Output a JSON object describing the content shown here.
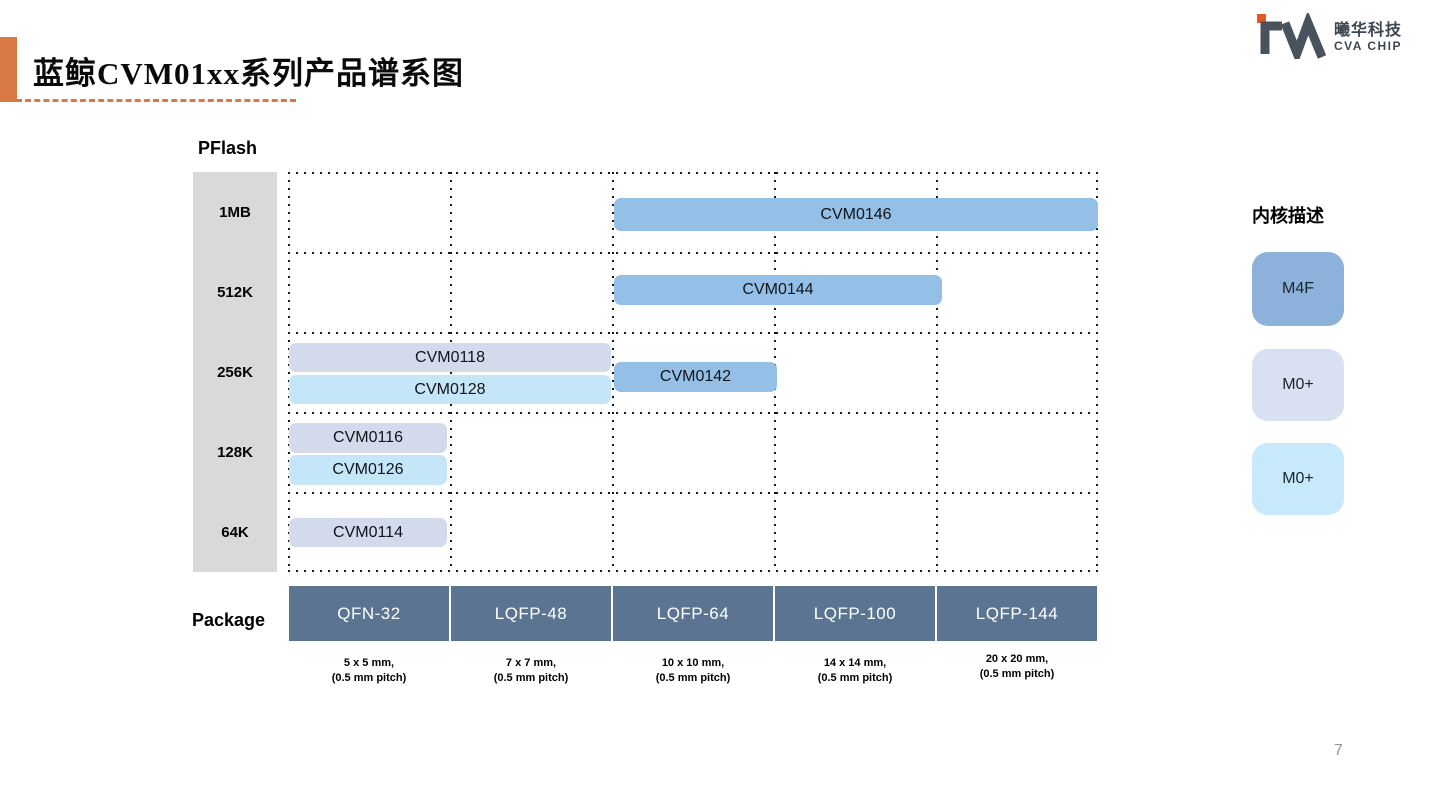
{
  "slide": {
    "title": "蓝鲸CVM01xx系列产品谱系图",
    "page_number": "7"
  },
  "logo": {
    "company_cn": "曦华科技",
    "company_en": "CVA CHIP"
  },
  "chart": {
    "pflash_label": "PFlash",
    "package_label": "Package",
    "flash_rows": [
      "1MB",
      "512K",
      "256K",
      "128K",
      "64K"
    ],
    "packages": [
      {
        "name": "QFN-32",
        "size": "5 x 5 mm,",
        "pitch": "(0.5 mm pitch)"
      },
      {
        "name": "LQFP-48",
        "size": "7 x 7 mm,",
        "pitch": "(0.5 mm pitch)"
      },
      {
        "name": "LQFP-64",
        "size": "10 x 10 mm,",
        "pitch": "(0.5 mm pitch)"
      },
      {
        "name": "LQFP-100",
        "size": "14 x 14 mm,",
        "pitch": "(0.5 mm pitch)"
      },
      {
        "name": "LQFP-144",
        "size": "20 x 20 mm,",
        "pitch": "(0.5 mm pitch)"
      }
    ],
    "products": [
      {
        "name": "CVM0146",
        "core": "M4F",
        "pflash": "1MB",
        "package_span": [
          "LQFP-64",
          "LQFP-144"
        ]
      },
      {
        "name": "CVM0144",
        "core": "M4F",
        "pflash": "512K",
        "package_span": [
          "LQFP-64",
          "LQFP-100"
        ]
      },
      {
        "name": "CVM0118",
        "core": "M0+",
        "pflash": "256K",
        "package_span": [
          "QFN-32",
          "LQFP-48"
        ]
      },
      {
        "name": "CVM0128",
        "core": "M0+",
        "pflash": "256K",
        "package_span": [
          "QFN-32",
          "LQFP-48"
        ]
      },
      {
        "name": "CVM0142",
        "core": "M4F",
        "pflash": "256K",
        "package_span": [
          "LQFP-64",
          "LQFP-64"
        ]
      },
      {
        "name": "CVM0116",
        "core": "M0+",
        "pflash": "128K",
        "package_span": [
          "QFN-32",
          "QFN-32"
        ]
      },
      {
        "name": "CVM0126",
        "core": "M0+",
        "pflash": "128K",
        "package_span": [
          "QFN-32",
          "QFN-32"
        ]
      },
      {
        "name": "CVM0114",
        "core": "M0+",
        "pflash": "64K",
        "package_span": [
          "QFN-32",
          "QFN-32"
        ]
      }
    ]
  },
  "legend": {
    "title": "内核描述",
    "items": [
      {
        "label": "M4F",
        "color": "#8CB1DB"
      },
      {
        "label": "M0+",
        "color": "#D9E0F1"
      },
      {
        "label": "M0+",
        "color": "#C7E9FB"
      }
    ]
  },
  "colors": {
    "accent_orange": "#D97943",
    "bar_m4f_blue": "#94BFE6",
    "bar_m0plus_lavender": "#D2DAEC",
    "bar_m0plus_lightblue": "#C5E6F8",
    "package_header": "#5A7492",
    "axis_band_gray": "#D9D9D9",
    "logo_gray": "#49535D",
    "logo_orange": "#E8551E"
  },
  "chart_data": {
    "type": "table",
    "title": "蓝鲸CVM01xx系列产品谱系图",
    "y_axis": {
      "label": "PFlash",
      "categories": [
        "1MB",
        "512K",
        "256K",
        "128K",
        "64K"
      ]
    },
    "x_axis": {
      "label": "Package",
      "categories": [
        "QFN-32",
        "LQFP-48",
        "LQFP-64",
        "LQFP-100",
        "LQFP-144"
      ],
      "sub_labels": [
        "5 x 5 mm, (0.5 mm pitch)",
        "7 x 7 mm, (0.5 mm pitch)",
        "10 x 10 mm, (0.5 mm pitch)",
        "14 x 14 mm, (0.5 mm pitch)",
        "20 x 20 mm, (0.5 mm pitch)"
      ]
    },
    "series": [
      {
        "name": "CVM0146",
        "core": "M4F",
        "pflash": "1MB",
        "packages": [
          "LQFP-64",
          "LQFP-100",
          "LQFP-144"
        ]
      },
      {
        "name": "CVM0144",
        "core": "M4F",
        "pflash": "512K",
        "packages": [
          "LQFP-64",
          "LQFP-100"
        ]
      },
      {
        "name": "CVM0118",
        "core": "M0+",
        "pflash": "256K",
        "packages": [
          "QFN-32",
          "LQFP-48"
        ]
      },
      {
        "name": "CVM0128",
        "core": "M0+",
        "pflash": "256K",
        "packages": [
          "QFN-32",
          "LQFP-48"
        ]
      },
      {
        "name": "CVM0142",
        "core": "M4F",
        "pflash": "256K",
        "packages": [
          "LQFP-64"
        ]
      },
      {
        "name": "CVM0116",
        "core": "M0+",
        "pflash": "128K",
        "packages": [
          "QFN-32"
        ]
      },
      {
        "name": "CVM0126",
        "core": "M0+",
        "pflash": "128K",
        "packages": [
          "QFN-32"
        ]
      },
      {
        "name": "CVM0114",
        "core": "M0+",
        "pflash": "64K",
        "packages": [
          "QFN-32"
        ]
      }
    ],
    "legend": {
      "title": "内核描述",
      "position": "right",
      "entries": [
        {
          "label": "M4F",
          "color": "#8CB1DB"
        },
        {
          "label": "M0+",
          "color": "#D9E0F1"
        },
        {
          "label": "M0+",
          "color": "#C7E9FB"
        }
      ]
    },
    "grid": "dotted"
  }
}
